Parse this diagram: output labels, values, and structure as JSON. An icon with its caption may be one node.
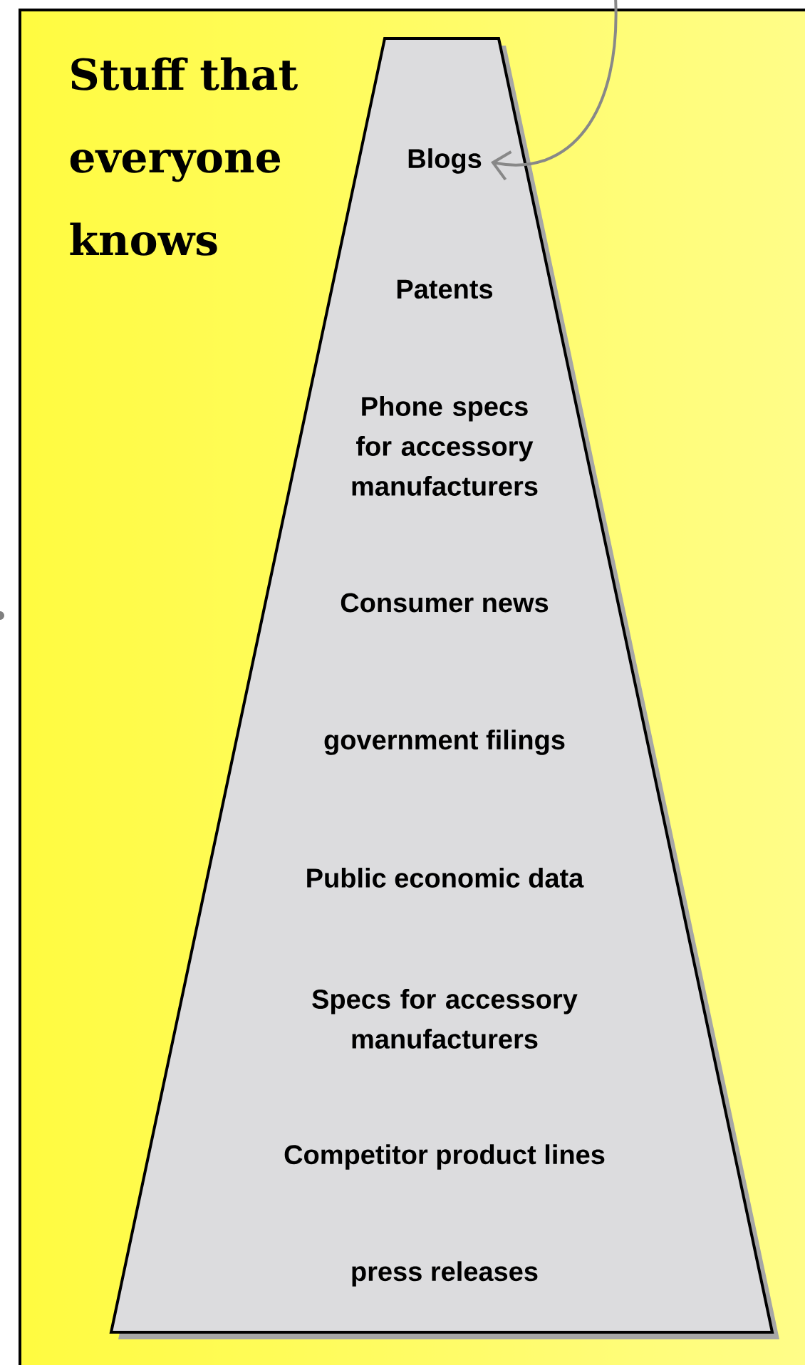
{
  "diagram": {
    "title": "Stuff that everyone knows",
    "nodes": [
      {
        "text": [],
        "shape": "trapezoid"
      },
      {
        "text": [
          "Blogs"
        ],
        "in": 0
      },
      {
        "text": [
          "Patents"
        ],
        "in": 0
      },
      {
        "text": [
          "Phone specs for accessory manufacturers"
        ],
        "in": 0
      },
      {
        "text": [
          "Consumer news"
        ],
        "in": 0
      },
      {
        "text": [
          "government filings"
        ],
        "in": 0
      },
      {
        "text": [
          "Public economic data"
        ],
        "in": 0
      },
      {
        "text": [
          "Specs for accessory manufacturers"
        ],
        "in": 0
      },
      {
        "text": [
          "Competitor product lines"
        ],
        "in": 0
      },
      {
        "text": [
          "press releases"
        ],
        "in": 0
      }
    ],
    "edges": [
      {
        "from": null,
        "to": 1,
        "arrow": "to",
        "color": "#888888"
      }
    ]
  }
}
